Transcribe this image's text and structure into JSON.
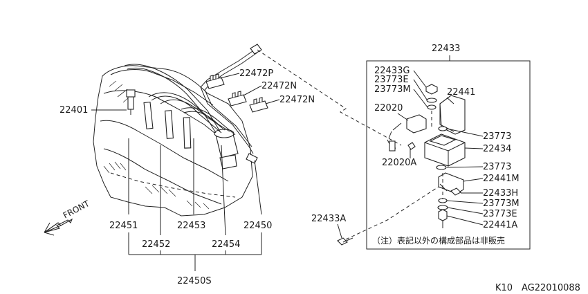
{
  "labels": {
    "ignition_coil_assembly": "22433",
    "nut": "22433G",
    "washer_e_top": "23773E",
    "washer_m_top": "23773M",
    "bracket": "22441",
    "resistor": "22020",
    "washer_1": "23773",
    "coil": "22434",
    "resistor_bolt": "22020A",
    "washer_2": "23773",
    "bracket_m": "22441M",
    "clip_h": "22433H",
    "washer_m_bottom": "23773M",
    "washer_e_bottom": "23773E",
    "bolt_a": "22441A",
    "mount_bolt": "22433A",
    "spark_plug": "22401",
    "holder_p": "22472P",
    "holder_n1": "22472N",
    "holder_n2": "22472N",
    "cord_1": "22451",
    "cord_2": "22452",
    "cord_3": "22453",
    "cord_4": "22454",
    "cord_coil": "22450",
    "cord_set": "22450S",
    "front_arrow": "FRONT",
    "note": "（注）表記以外の構成部品は非販売",
    "model_code": "K10",
    "diagram_code": "AG22010088"
  }
}
